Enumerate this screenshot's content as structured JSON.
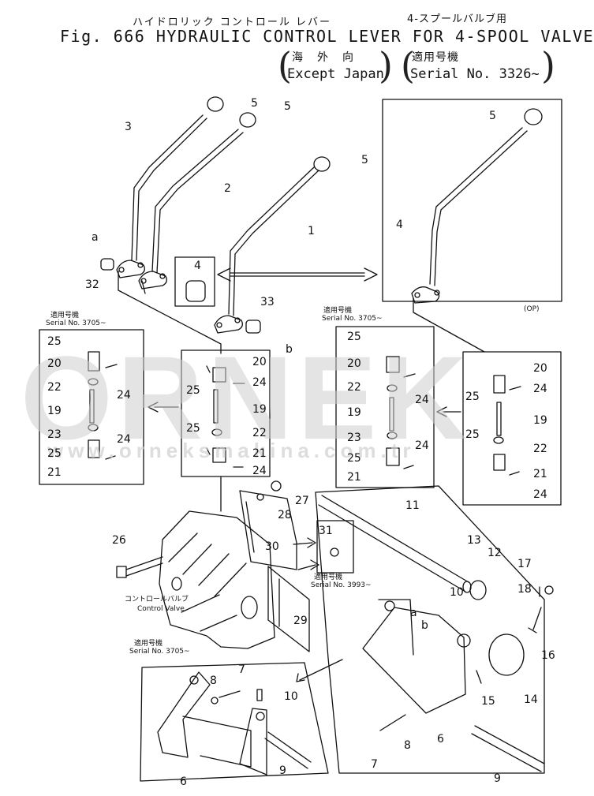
{
  "header": {
    "jp_title": "ハイドロリック コントロール レバー",
    "jp_right": "4-スプールバルブ用",
    "fig_title": "Fig. 666  HYDRAULIC CONTROL LEVER FOR 4-SPOOL VALVE",
    "paren_open": "(",
    "paren_close": ")",
    "jp_except": "海外向",
    "except": "Except Japan",
    "jp_serial": "適用号機",
    "serial": "Serial No. 3326~"
  },
  "watermark": {
    "brand": "ORNEK",
    "url": "www.orneksmakina.com.tr"
  },
  "notes": {
    "serial_3705_jp": "適用号機",
    "serial_3705": "Serial No. 3705~",
    "serial_3993_jp": "適用号機",
    "serial_3993": "Serial No. 3993~",
    "control_valve_jp": "コントロールバルブ",
    "control_valve": "Control Valve",
    "op": "(OP)"
  },
  "labels": {
    "a": "a",
    "b": "b",
    "n1": "1",
    "n2": "2",
    "n3": "3",
    "n4": "4",
    "n5": "5",
    "n6": "6",
    "n7": "7",
    "n8": "8",
    "n9": "9",
    "n10": "10",
    "n11": "11",
    "n12": "12",
    "n13": "13",
    "n14": "14",
    "n15": "15",
    "n16": "16",
    "n17": "17",
    "n18": "18",
    "n19": "19",
    "n20": "20",
    "n21": "21",
    "n22": "22",
    "n23": "23",
    "n24": "24",
    "n25": "25",
    "n26": "26",
    "n27": "27",
    "n28": "28",
    "n29": "29",
    "n30": "30",
    "n31": "31",
    "n32": "32",
    "n33": "33"
  }
}
